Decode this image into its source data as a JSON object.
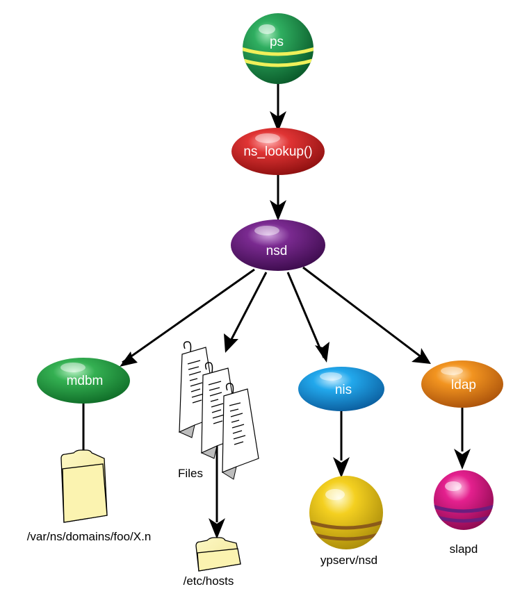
{
  "nodes": {
    "ps": {
      "label": "ps"
    },
    "ns_lookup": {
      "label": "ns_lookup()"
    },
    "nsd": {
      "label": "nsd"
    },
    "mdbm": {
      "label": "mdbm"
    },
    "nis": {
      "label": "nis"
    },
    "ldap": {
      "label": "ldap"
    }
  },
  "captions": {
    "files": "Files",
    "mdbm_folder": "/var/ns/domains/foo/X.n",
    "hosts_folder": "/etc/hosts",
    "ypserv": "ypserv/nsd",
    "slapd": "slapd"
  },
  "colors": {
    "ps": "#1a8f4a",
    "ns_lookup": "#d82a2a",
    "nsd": "#6a1e7e",
    "mdbm": "#2ea84a",
    "nis": "#1a9fe0",
    "ldap": "#f08a1a",
    "ypserv": "#f2cf16",
    "slapd": "#e21a8a",
    "folder": "#fbf3a8",
    "ps_band": "#f0f05a",
    "ypserv_band": "#8a5a1a",
    "slapd_band": "#6a1e7e"
  }
}
